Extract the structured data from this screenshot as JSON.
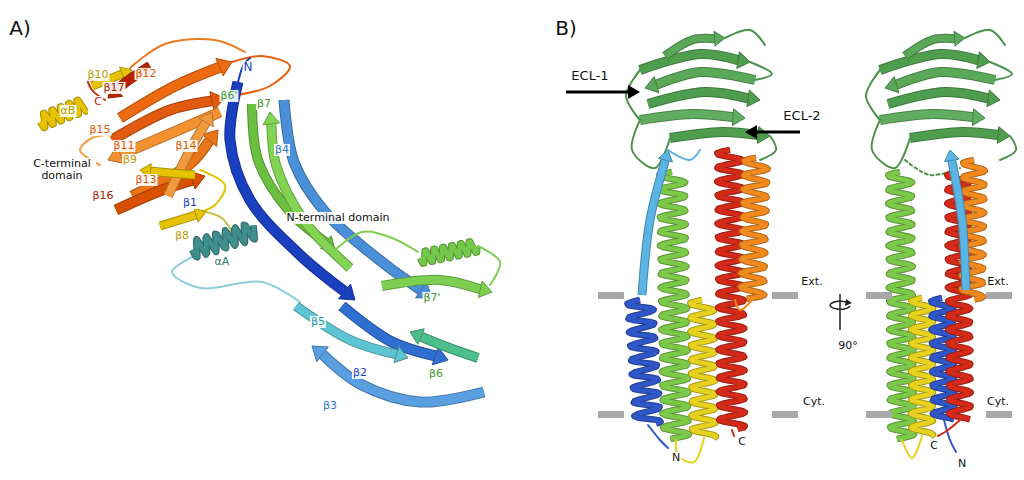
{
  "diagram": {
    "labels": [
      "A)",
      "β10",
      "β17",
      "β12",
      "αB",
      "C",
      "β15",
      "β11",
      "β9",
      "β13",
      "C-terminal domain",
      "β16",
      "β14",
      "N",
      "β6'",
      "β7",
      "β1",
      "β4",
      "β8",
      "αA",
      "N-terminal domain",
      "β7'",
      "β5",
      "β2",
      "β6",
      "β3",
      "B)",
      "ECL-1",
      "ECL-2",
      "Ext.",
      "90°",
      "Ext.",
      "Cyt.",
      "Cyt.",
      "N",
      "C",
      "C",
      "N"
    ]
  }
}
